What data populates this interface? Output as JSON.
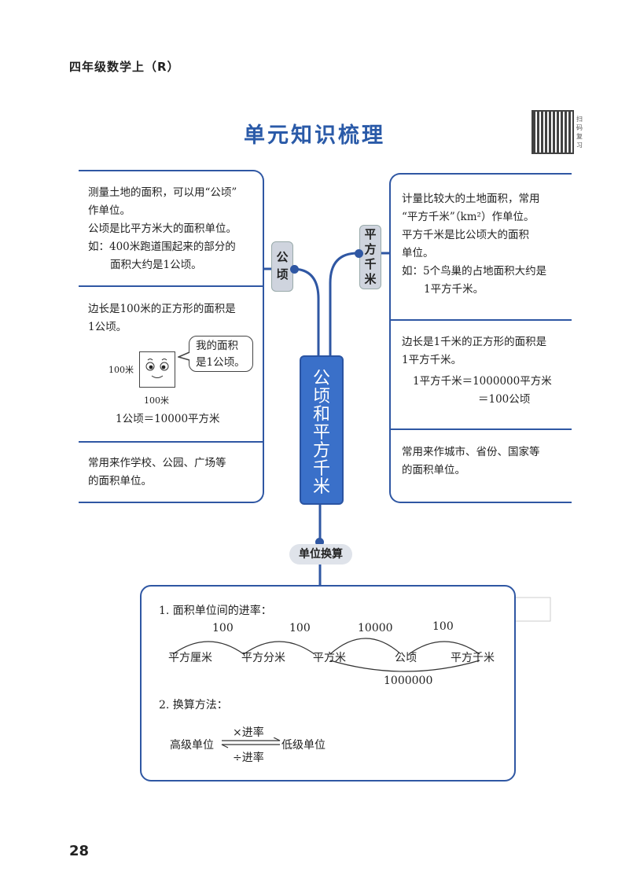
{
  "header": {
    "book": "四年级数学上（R）"
  },
  "title": "单元知识梳理",
  "qr": {
    "label": "扫码复习"
  },
  "center": {
    "chars": [
      "公",
      "顷",
      "和",
      "平",
      "方",
      "千",
      "米"
    ]
  },
  "tags": {
    "hectare": [
      "公",
      "顷"
    ],
    "sqkm": [
      "平",
      "方",
      "千",
      "米"
    ],
    "conversion": "单位换算"
  },
  "left": {
    "s1": [
      "测量土地的面积，可以用“公顷”",
      "作单位。",
      "公顷是比平方米大的面积单位。",
      "如：400米跑道围起来的部分的",
      "面积大约是1公顷。"
    ],
    "s2": {
      "line1": [
        "边长是100米的正方形的面积是",
        "1公顷。"
      ],
      "side_label": "100米",
      "bottom_label": "100米",
      "bubble": [
        "我的面积",
        "是1公顷。"
      ],
      "formula": "1公顷＝10000平方米"
    },
    "s3": [
      "常用来作学校、公园、广场等",
      "的面积单位。"
    ]
  },
  "right": {
    "s1": [
      "计量比较大的土地面积，常用",
      "“平方千米”（km²）作单位。",
      "平方千米是比公顷大的面积",
      "单位。",
      "如：5个鸟巢的占地面积大约是",
      "1平方千米。"
    ],
    "s2": {
      "lines": [
        "边长是1千米的正方形的面积是",
        "1平方千米。"
      ],
      "formula1": "1平方千米＝1000000平方米",
      "formula2": "＝100公顷"
    },
    "s3": [
      "常用来作城市、省份、国家等",
      "的面积单位。"
    ]
  },
  "conversion": {
    "heading1": "1. 面积单位间的进率：",
    "units": [
      "平方厘米",
      "平方分米",
      "平方米",
      "公顷",
      "平方千米"
    ],
    "rates": [
      "100",
      "100",
      "10000",
      "100"
    ],
    "big_rate": "1000000",
    "heading2": "2. 换算方法：",
    "high": "高级单位",
    "low": "低级单位",
    "multiply": "×进率",
    "divide": "÷进率"
  },
  "page_number": "28"
}
